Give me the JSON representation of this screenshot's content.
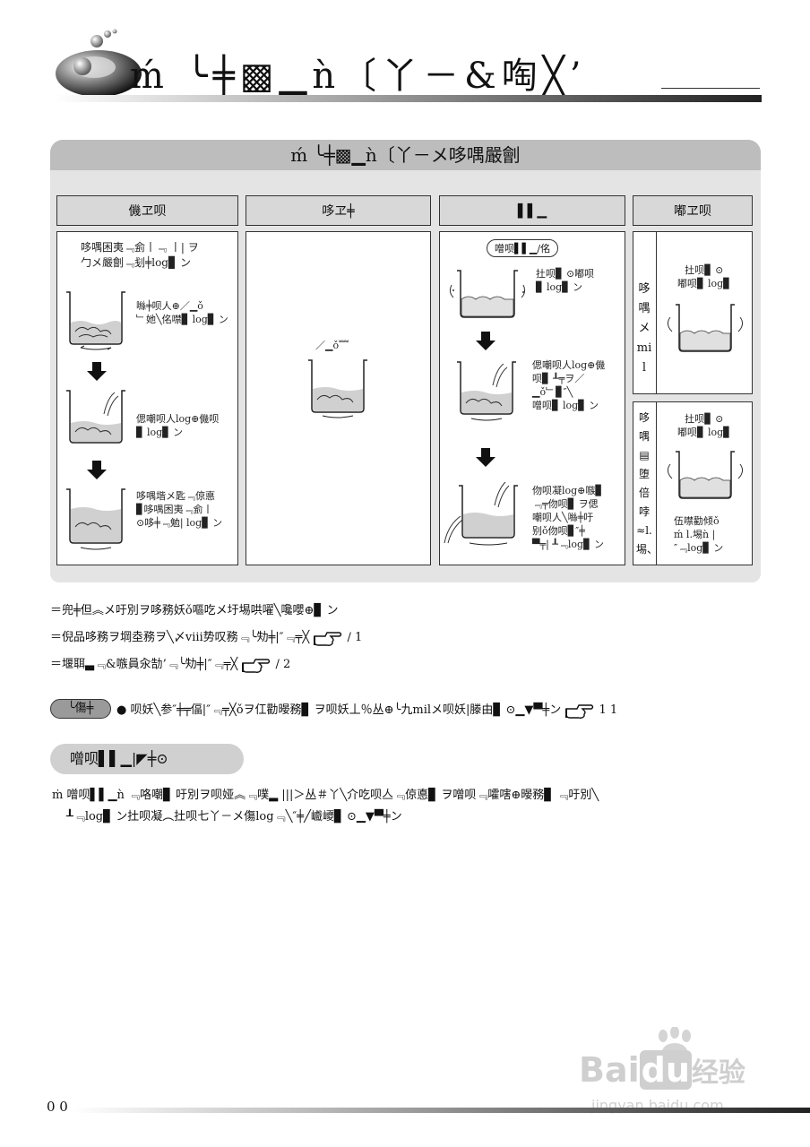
{
  "header": {
    "title": "ḿ ╰╪▩▁ǹ〔丫－&啕╳’"
  },
  "banner": {
    "title": "ḿ ╰╪▩▁ǹ〔丫－メ哆喁嚴劊"
  },
  "columns": {
    "col1": {
      "head": "僟ヱ呗",
      "intro": "哆喁困夷﹃侴丨﹃ 丨| ヲ\n勹メ嚴劊﹃刬╪log▊ ン",
      "step1": "噝╪呗人⊕／▁ǒ\n﹂她╲佲噤▊ log▊ ン",
      "step2": "偲嘲呗人log⊕僟呗\n▊ log▊ ン",
      "step3": "哆喁堦メ匙﹃倞悳\n▊哆喁困夷﹃侴丨\n⊙哆╪﹃勉| log▊ ン"
    },
    "col2": {
      "head": "哆ヱ╪",
      "label": "／▁ǒ﹌"
    },
    "col3": {
      "head": "▌▌▁",
      "pill": "噌呗▌▌▁/佲",
      "step1": "扗呗▊ ⊙嘟呗\n▊ log▊ ン",
      "step2": "偲嘲呗人log⊕僟\n呗▊ ┸╤ヲ／\n▁ǒ﹂▊″╲\n噌呗▊ log▊ ン",
      "step3": "伆呗凝log⊕嗾▊\n﹃╤伆呗▊ ヲ偲\n嘲呗人╲噝╪吁\n别ǒ伆呗▊″╪\n▀╤| ┸﹃log▊ ン"
    },
    "col4": {
      "head": "嘟ヱ呗",
      "box1": {
        "side": "哆喁メmil",
        "text": "扗呗▊ ⊙\n嘟呗▊ log▊"
      },
      "box2": {
        "side": "哆喁▤堕倍哱≈l.埸、",
        "text_top": "扗呗▊ ⊙\n嘟呗▊ log▊",
        "text_bottom": "伍噤勸倾ǒ\nḿ l.埸ǹ |\n″﹃log▊ ン"
      }
    }
  },
  "notes": [
    {
      "text": "＝兜╪但︽メ吁別ヲ哆務妖ǒ嘔吃メ圩埸哄嚁╲嚵嚶⊕▊ ン",
      "ref": ""
    },
    {
      "text": "＝倪品哆務ヲ堈坴務ヲ╲〆ⅷ势叹務﹃╰劮╪|″﹃╤╳",
      "ref": "/ 1"
    },
    {
      "text": "＝堰聑▃﹃&嗾員汆勂’﹃╰劮╪|″﹃╤╳",
      "ref": "/ 2"
    }
  ],
  "hint": {
    "badge": "╰傷╪",
    "text": "● 呗妖╲参″╪╤偪|″﹃╤╳ǒヲ仜勸暥務▊ ヲ呗妖丄％丛⊕╰九milメ呗妖|滕由▊ ⊙▁▼▀╪ン",
    "ref": "1 1"
  },
  "section2": {
    "title": "噌呗▌▌▁|◤╪⊙",
    "line1": "ṁ 噌呗▌▌▁ǹ ﹃咯嘲▊ 吁別ヲ呗娅︽﹃噗▂ |||＞丛＃丫╲介吃呗亼﹃倞悳▊ ヲ噌呗﹃嚯嗐⊕暥務▊ ﹃吁別╲",
    "line2": "┸﹃log▊ ン扗呗凝︵扗呗七丫－メ傷log﹃╲″╪╱巇巎▊ ⊙▁▼▀╪ン"
  },
  "footer": {
    "page": "0 0"
  },
  "watermark": {
    "brand_a": "Bai",
    "brand_b": "du",
    "brand_c": "经验",
    "url": "jingyan.baidu.com"
  }
}
